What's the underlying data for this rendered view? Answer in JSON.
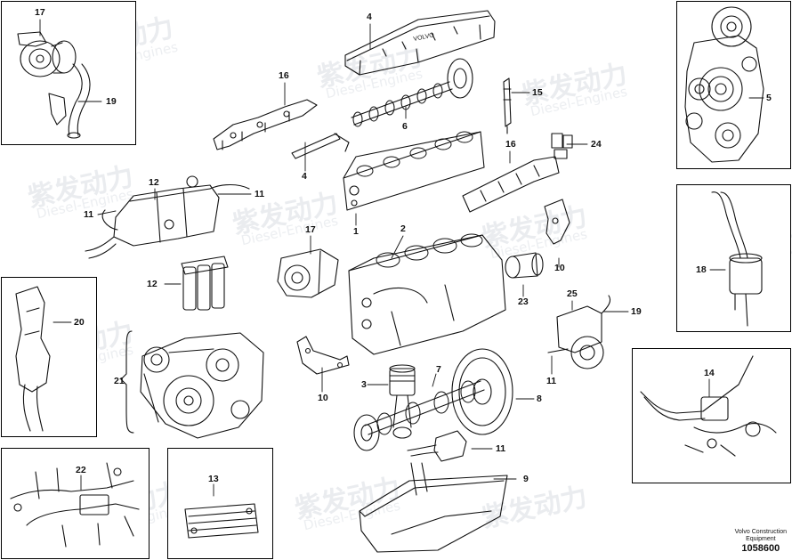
{
  "watermark": {
    "brand_cn": "紫发动力",
    "brand_en": "Diesel-Engines"
  },
  "footer": {
    "company_line1": "Volvo Construction",
    "company_line2": "Equipment",
    "drawing_number": "1058600"
  },
  "callouts": {
    "c17_tl": "17",
    "c19_tl": "19",
    "c16_top": "16",
    "c4_top": "4",
    "c6": "6",
    "c4_pushrod": "4",
    "c15": "15",
    "c5": "5",
    "c16_mid": "16",
    "c24": "24",
    "c1": "1",
    "c12_top": "12",
    "c11_left": "11",
    "c11_right": "11",
    "c12_filter": "12",
    "c17_mid": "17",
    "c2": "2",
    "c23": "23",
    "c10_right": "10",
    "c18": "18",
    "c20": "20",
    "c25": "25",
    "c19_right": "19",
    "c11_mid": "11",
    "c21": "21",
    "c10_mid": "10",
    "c3": "3",
    "c7": "7",
    "c8": "8",
    "c14": "14",
    "c11_low": "11",
    "c22": "22",
    "c13": "13",
    "c9": "9"
  }
}
